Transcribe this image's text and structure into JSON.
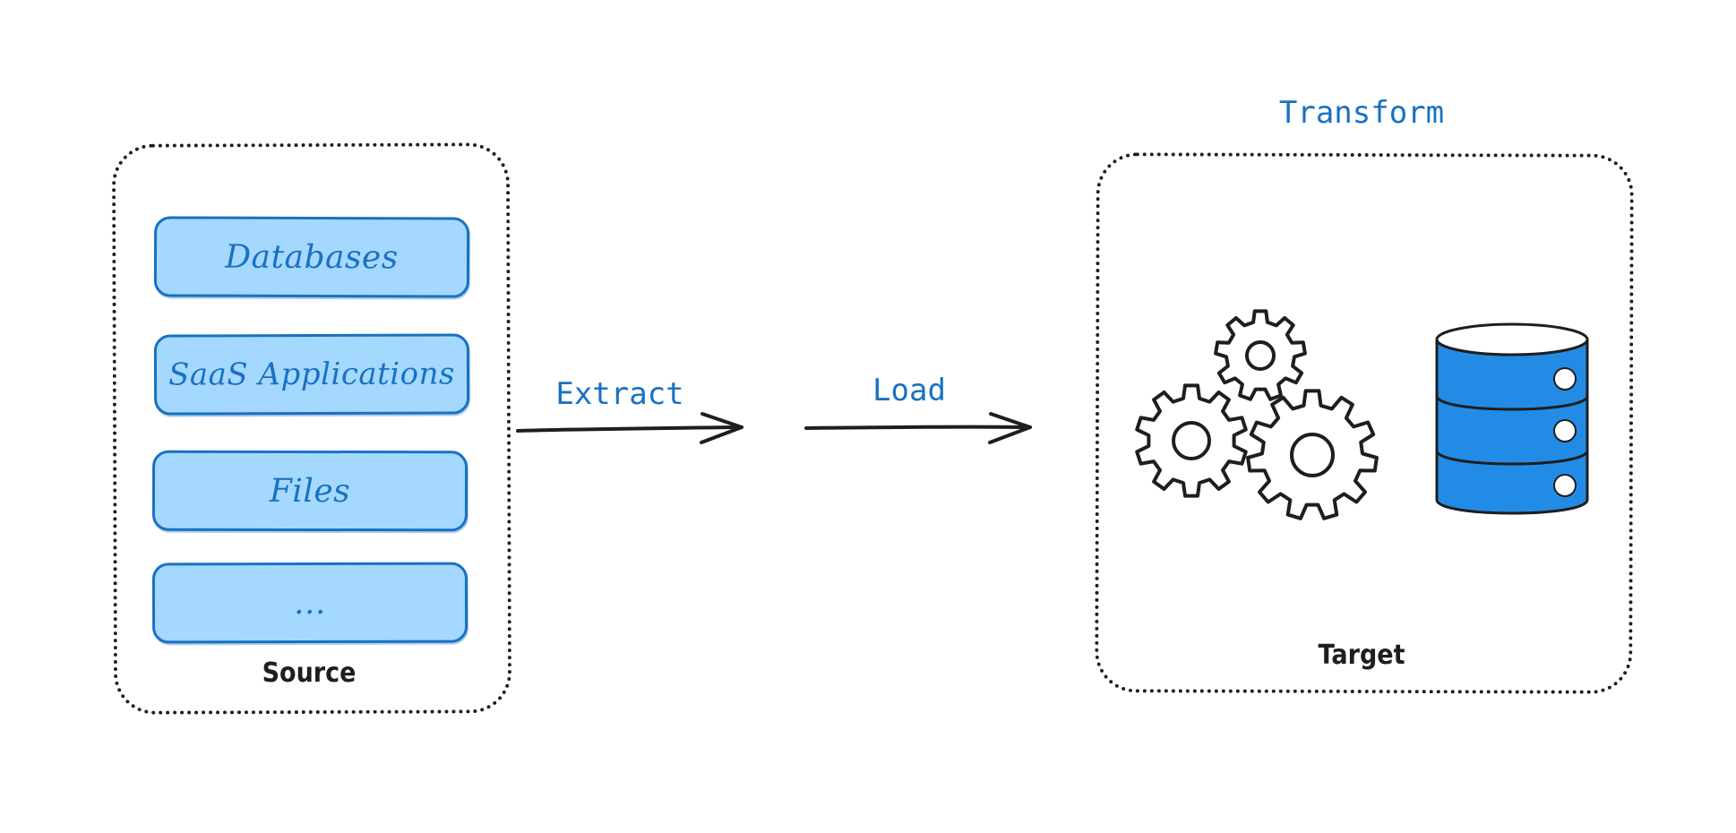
{
  "source": {
    "label": "Source",
    "items": [
      "Databases",
      "SaaS Applications",
      "Files",
      "..."
    ]
  },
  "target": {
    "label": "Target"
  },
  "flows": {
    "extract": "Extract",
    "load": "Load",
    "transform": "Transform"
  },
  "icons": {
    "transform": "gears-icon",
    "target_store": "database-icon"
  },
  "colors": {
    "accent_text": "#1971c2",
    "item_fill": "#a5d8ff",
    "database_fill": "#228be6",
    "stroke": "#1e1e1e"
  }
}
